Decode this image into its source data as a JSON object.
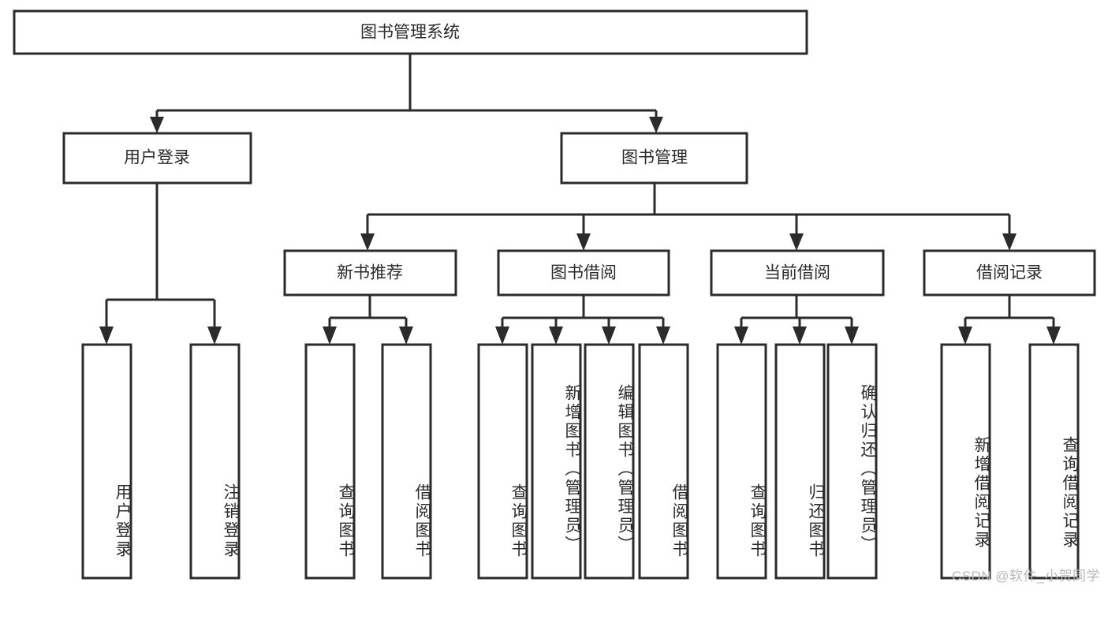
{
  "diagram": {
    "type": "tree",
    "title": "图书管理系统",
    "root": {
      "id": "root",
      "label": "图书管理系统",
      "orientation": "horizontal"
    },
    "level2": [
      {
        "id": "user-login",
        "label": "用户登录",
        "orientation": "horizontal"
      },
      {
        "id": "book-manage",
        "label": "图书管理",
        "orientation": "horizontal"
      }
    ],
    "level3": [
      {
        "id": "new-book-rec",
        "label": "新书推荐",
        "orientation": "horizontal",
        "parent": "book-manage"
      },
      {
        "id": "book-borrow",
        "label": "图书借阅",
        "orientation": "horizontal",
        "parent": "book-manage"
      },
      {
        "id": "current-borrow",
        "label": "当前借阅",
        "orientation": "horizontal",
        "parent": "book-manage"
      },
      {
        "id": "borrow-record",
        "label": "借阅记录",
        "orientation": "horizontal",
        "parent": "book-manage"
      }
    ],
    "leaves": [
      {
        "id": "leaf-user-login",
        "label": "用户登录",
        "parent": "user-login",
        "orientation": "vertical"
      },
      {
        "id": "leaf-user-logout",
        "label": "注销登录",
        "parent": "user-login",
        "orientation": "vertical"
      },
      {
        "id": "leaf-rec-query",
        "label": "查询图书",
        "parent": "new-book-rec",
        "orientation": "vertical"
      },
      {
        "id": "leaf-rec-borrow",
        "label": "借阅图书",
        "parent": "new-book-rec",
        "orientation": "vertical"
      },
      {
        "id": "leaf-borrow-query",
        "label": "查询图书",
        "parent": "book-borrow",
        "orientation": "vertical"
      },
      {
        "id": "leaf-borrow-add",
        "label": "新增图书（管理员）",
        "parent": "book-borrow",
        "orientation": "vertical"
      },
      {
        "id": "leaf-borrow-edit",
        "label": "编辑图书（管理员）",
        "parent": "book-borrow",
        "orientation": "vertical"
      },
      {
        "id": "leaf-borrow-lend",
        "label": "借阅图书",
        "parent": "book-borrow",
        "orientation": "vertical"
      },
      {
        "id": "leaf-current-query",
        "label": "查询图书",
        "parent": "current-borrow",
        "orientation": "vertical"
      },
      {
        "id": "leaf-current-return",
        "label": "归还图书",
        "parent": "current-borrow",
        "orientation": "vertical"
      },
      {
        "id": "leaf-current-confirm",
        "label": "确认归还（管理员）",
        "parent": "current-borrow",
        "orientation": "vertical"
      },
      {
        "id": "leaf-record-add",
        "label": "新增借阅记录",
        "parent": "borrow-record",
        "orientation": "vertical"
      },
      {
        "id": "leaf-record-query",
        "label": "查询借阅记录",
        "parent": "borrow-record",
        "orientation": "vertical"
      }
    ],
    "watermark": "CSDN @软件_小贺同学",
    "colors": {
      "stroke": "#2b2b2b",
      "box_fill": "#ffffff",
      "text": "#2b2b2b",
      "background": "#ffffff",
      "watermark": "#b9b9b9"
    }
  }
}
